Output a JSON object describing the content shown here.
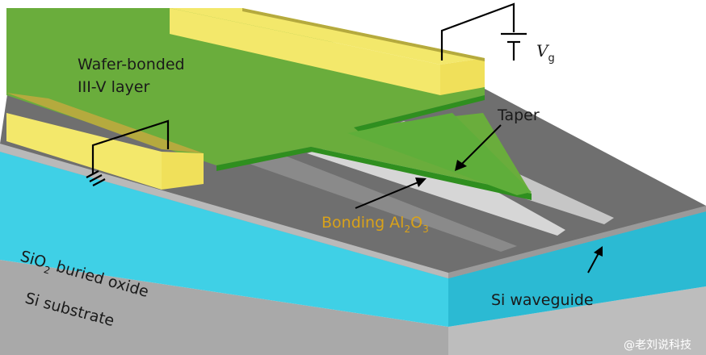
{
  "labels": {
    "wafer_bonded_line1": "Wafer-bonded",
    "wafer_bonded_line2": "III-V layer",
    "taper": "Taper",
    "bonding_prefix": "Bonding Al",
    "bonding_sub1": "2",
    "bonding_mid": "O",
    "bonding_sub2": "3",
    "sio2_prefix": "SiO",
    "sio2_sub": "2",
    "sio2_suffix": " buried oxide",
    "si_substrate": "Si substrate",
    "si_waveguide": "Si waveguide",
    "vg_letter": "V",
    "vg_sub": "g",
    "watermark": "@老刘说科技"
  },
  "colors": {
    "green_layer": "#6aad3c",
    "green_edge": "#2f8f1f",
    "gold_contact": "#f3e86b",
    "gold_side": "#b5aa3e",
    "oxide": "#3fd0e6",
    "oxide_side": "#2bbad3",
    "silicon_top": "#6f6f6f",
    "silicon_ridge": "#c9c9c9",
    "substrate": "#a9a9a9",
    "bonding_text": "#d9a21a"
  }
}
